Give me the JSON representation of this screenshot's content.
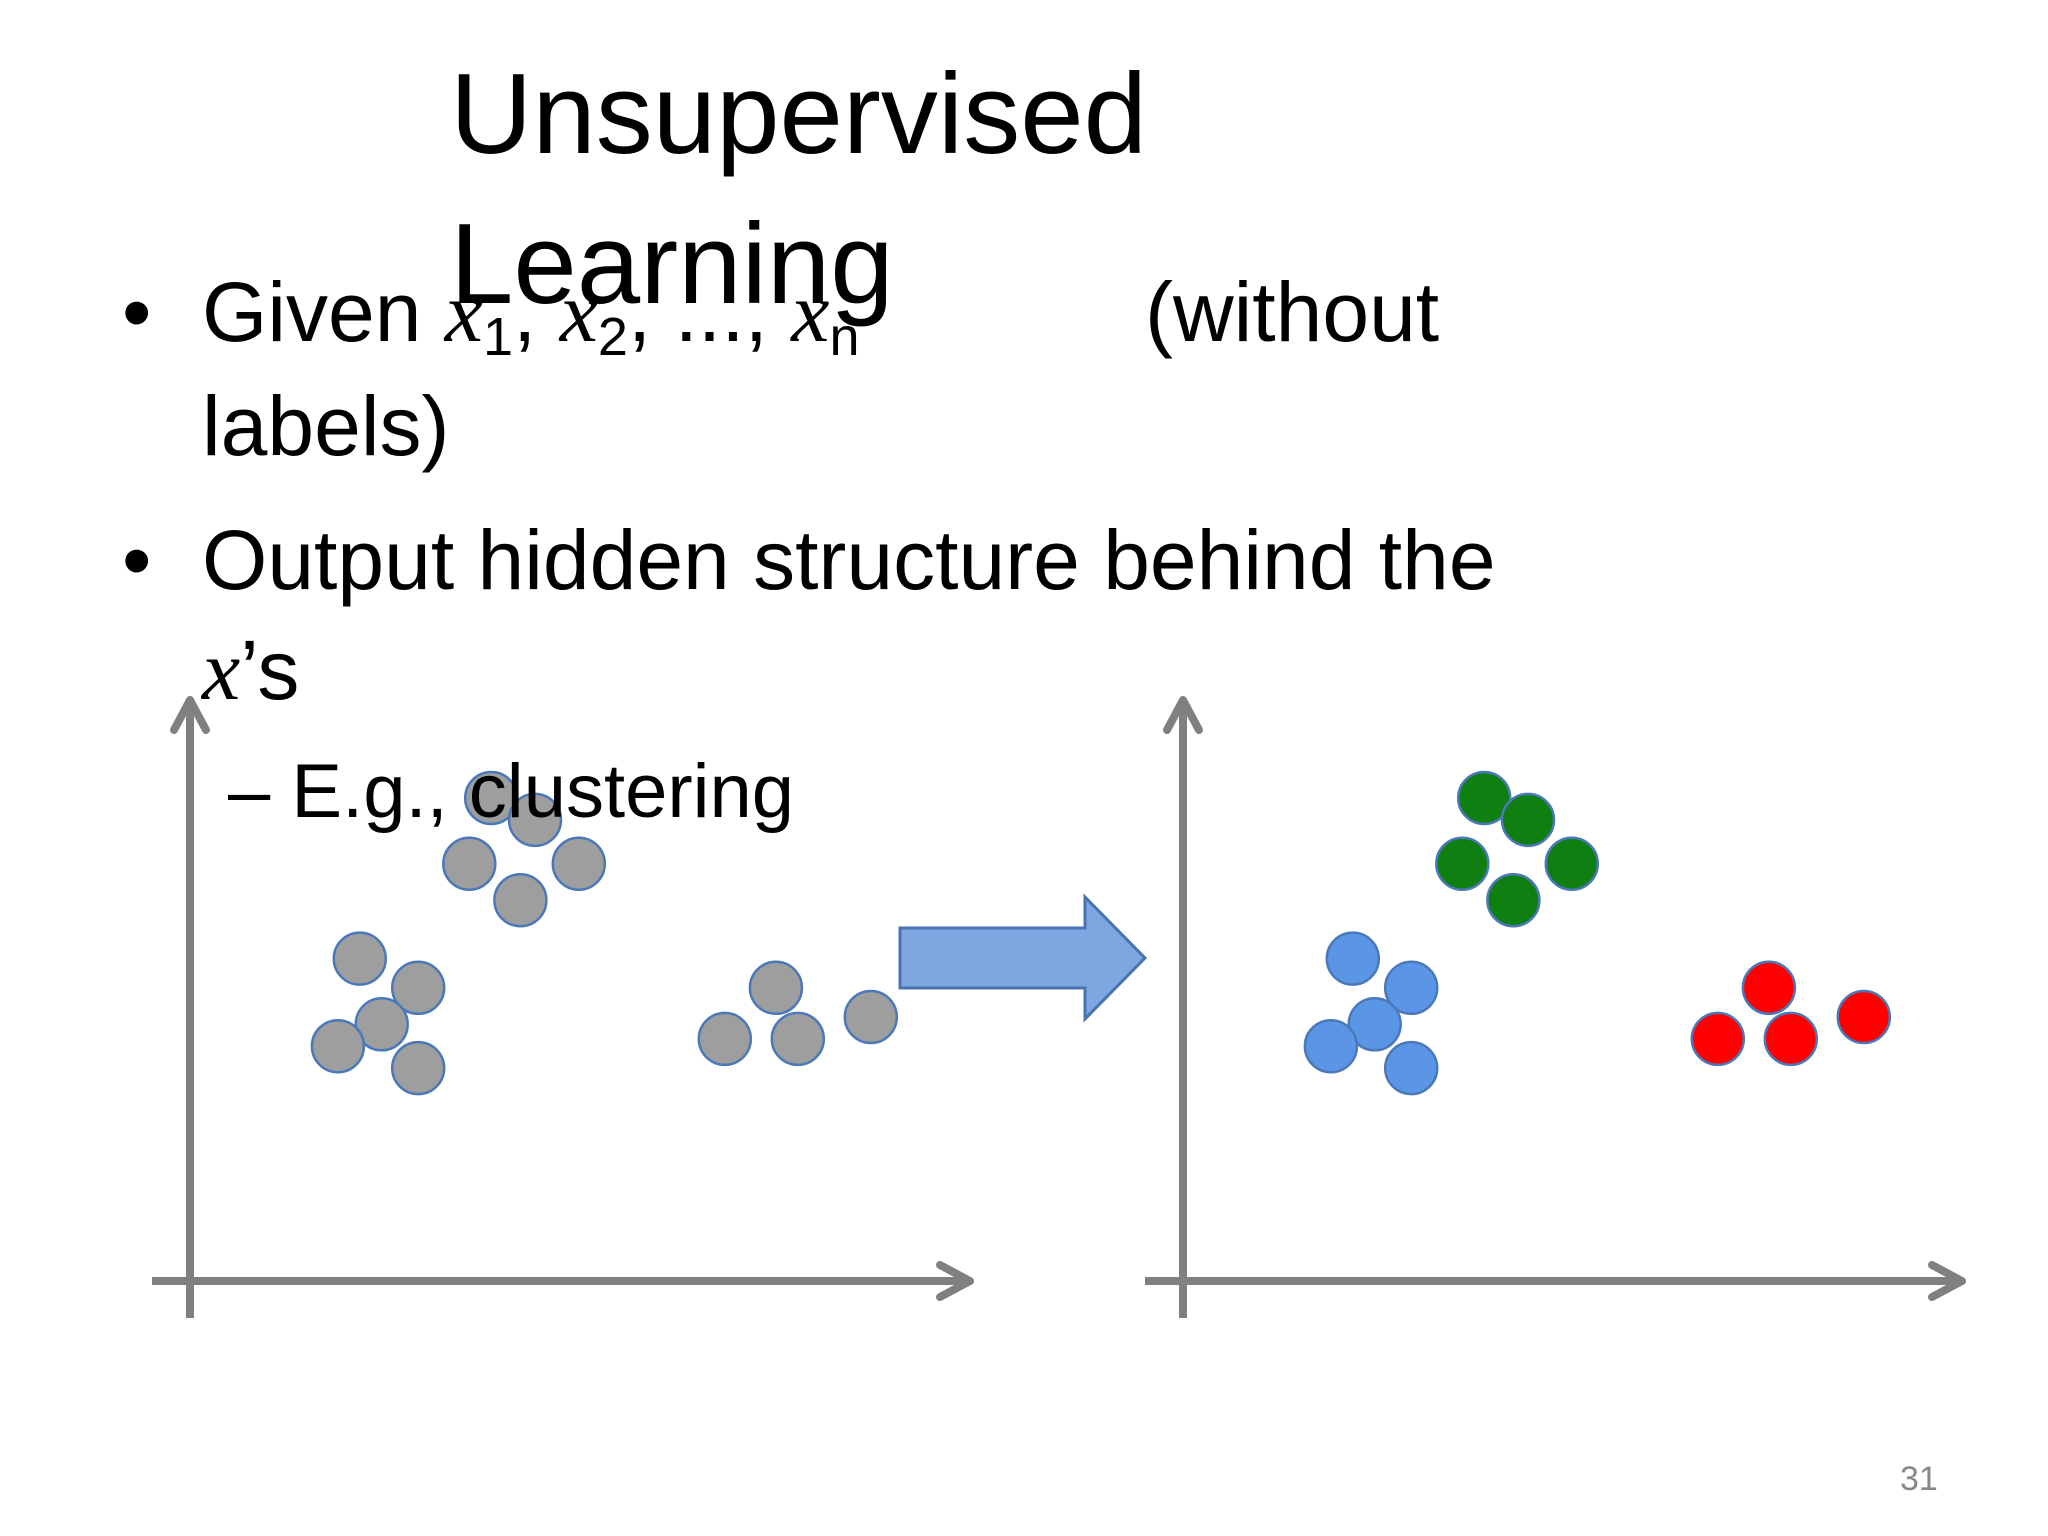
{
  "slide": {
    "title_line1": "Unsupervised",
    "title_line2": "Learning",
    "bullets": [
      {
        "prefix": "Given ",
        "math_var": "x",
        "sub1": "1",
        "sep1": ", ",
        "sub2": "2",
        "sep2": ", ..., ",
        "sub3": "n",
        "suffix": "(without",
        "line2": "labels)"
      },
      {
        "line1": "Output hidden structure behind the",
        "math_var": "x",
        "line2_suffix": "’s"
      }
    ],
    "sub_bullet": "– E.g., clustering",
    "bullet_symbol": "•",
    "page_number": "31"
  },
  "figure": {
    "axis_color": "#808080",
    "point_border": "#4a78b8",
    "arrow_fill": "#7ea6e0",
    "arrow_stroke": "#4a72b0",
    "colors": {
      "unlabeled": "#9e9e9e",
      "cluster_green": "#0f7f12",
      "cluster_blue": "#5b95e5",
      "cluster_red": "#ff0000"
    }
  },
  "chart_data": [
    {
      "type": "scatter",
      "title": "",
      "xlabel": "",
      "ylabel": "",
      "series": [
        {
          "color": "#9e9e9e",
          "points": [
            [
              4.4,
              9.0
            ],
            [
              5.0,
              8.7
            ],
            [
              4.1,
              8.1
            ],
            [
              5.6,
              8.1
            ],
            [
              4.8,
              7.6
            ],
            [
              2.6,
              6.8
            ],
            [
              3.4,
              6.4
            ],
            [
              2.9,
              5.9
            ],
            [
              2.3,
              5.6
            ],
            [
              3.4,
              5.3
            ],
            [
              8.3,
              6.4
            ],
            [
              9.6,
              6.0
            ],
            [
              7.6,
              5.7
            ],
            [
              8.6,
              5.7
            ]
          ]
        }
      ]
    },
    {
      "type": "scatter",
      "title": "",
      "xlabel": "",
      "ylabel": "",
      "series": [
        {
          "color": "#0f7f12",
          "points": [
            [
              4.4,
              9.0
            ],
            [
              5.0,
              8.7
            ],
            [
              4.1,
              8.1
            ],
            [
              5.6,
              8.1
            ],
            [
              4.8,
              7.6
            ]
          ]
        },
        {
          "color": "#5b95e5",
          "points": [
            [
              2.6,
              6.8
            ],
            [
              3.4,
              6.4
            ],
            [
              2.9,
              5.9
            ],
            [
              2.3,
              5.6
            ],
            [
              3.4,
              5.3
            ]
          ]
        },
        {
          "color": "#ff0000",
          "points": [
            [
              8.3,
              6.4
            ],
            [
              9.6,
              6.0
            ],
            [
              7.6,
              5.7
            ],
            [
              8.6,
              5.7
            ]
          ]
        }
      ]
    }
  ]
}
